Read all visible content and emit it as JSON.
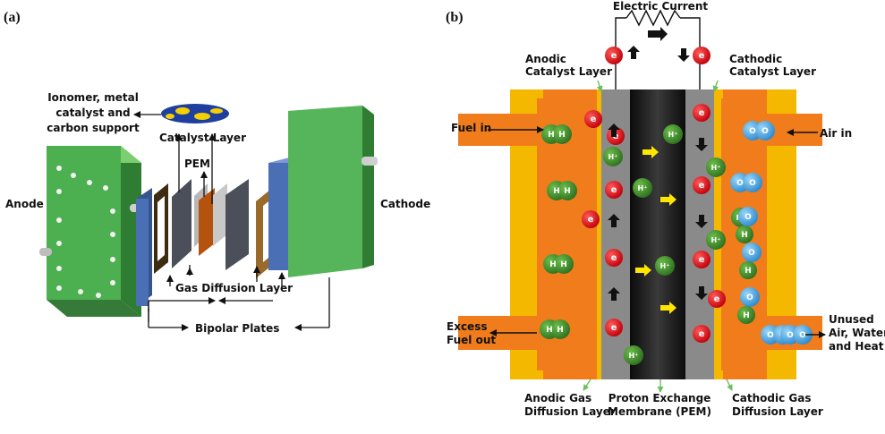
{
  "panel_a": {
    "tag": "(a)",
    "labels": {
      "ionomer": [
        "Ionomer, metal",
        "catalyst and",
        "carbon support"
      ],
      "catalyst_layer": "Catalyst Layer",
      "pem": "PEM",
      "anode": "Anode",
      "cathode": "Cathode",
      "gas_diffusion_layer": "Gas Diffusion Layer",
      "bipolar_plates": "Bipolar Plates"
    }
  },
  "panel_b": {
    "tag": "(b)",
    "labels": {
      "electric_current": "Electric Current",
      "anodic_catalyst_layer": [
        "Anodic",
        "Catalyst Layer"
      ],
      "cathodic_catalyst_layer": [
        "Cathodic",
        "Catalyst Layer"
      ],
      "fuel_in": "Fuel in",
      "air_in": "Air in",
      "excess_fuel_out": [
        "Excess",
        "Fuel out"
      ],
      "unused": [
        "Unused",
        "Air, Water,",
        "and Heat"
      ],
      "anodic_gdl": [
        "Anodic Gas",
        "Diffusion Layer"
      ],
      "pem": [
        "Proton Exchange",
        "Membrane (PEM)"
      ],
      "cathodic_gdl": [
        "Cathodic Gas",
        "Diffusion Layer"
      ]
    },
    "particles": {
      "electron": "e",
      "proton": "H⁺",
      "hydrogen": "H",
      "oxygen": "O"
    }
  },
  "colors": {
    "plate_green": "#4caf50",
    "gdl_blue": "#4a6fb5",
    "gold": "#f5b800",
    "orange": "#f07c1b",
    "membrane": "#1c1c1c",
    "catalyst_gray": "#8a8a8a",
    "electron_red": "#e0141c",
    "hydrogen_green": "#3f8a2e",
    "oxygen_blue": "#3fa0dc",
    "arrow_yellow": "#ffe600"
  }
}
